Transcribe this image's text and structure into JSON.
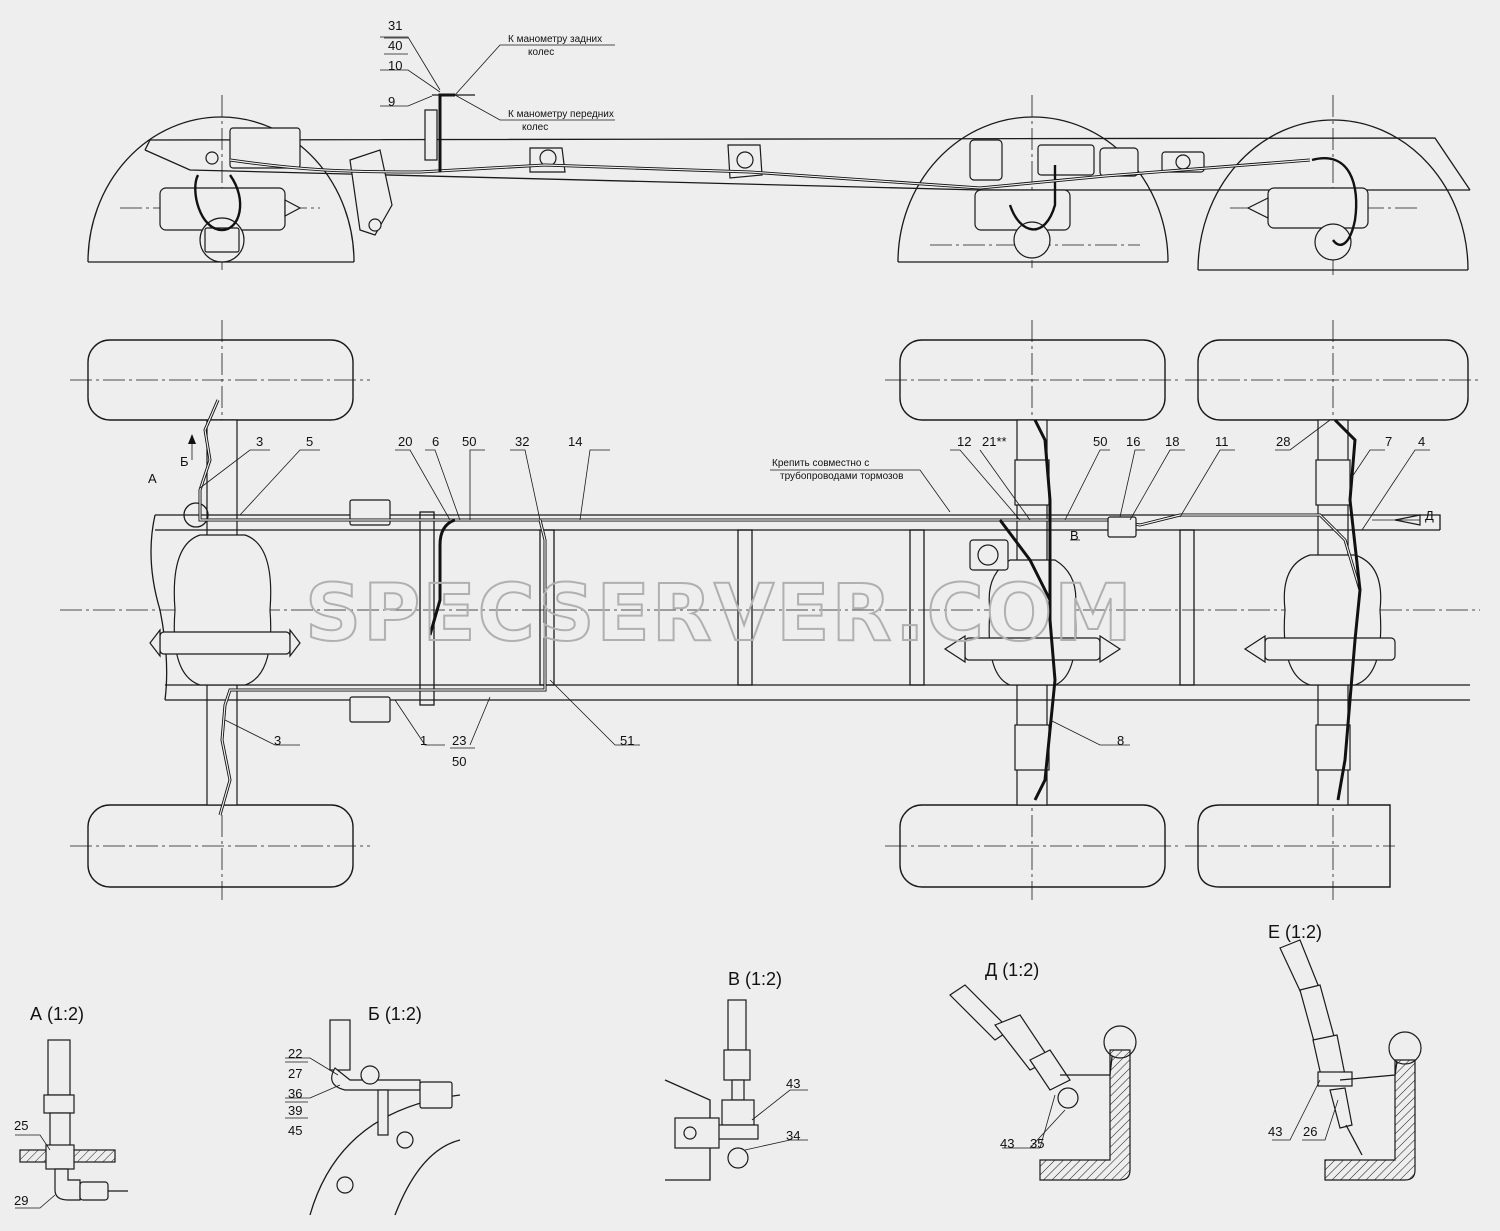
{
  "side_view": {
    "callouts": [
      "31",
      "40",
      "10",
      "9"
    ],
    "notes": [
      {
        "line1": "К манометру задних",
        "line2": "колес"
      },
      {
        "line1": "К манометру передних",
        "line2": "колес"
      }
    ]
  },
  "plan_view": {
    "callouts": {
      "c3a": "3",
      "c5": "5",
      "c20": "20",
      "c6": "6",
      "c50a": "50",
      "c32": "32",
      "c14": "14",
      "c12": "12",
      "c21": "21**",
      "c50b": "50",
      "c16": "16",
      "c18": "18",
      "c11": "11",
      "c28": "28",
      "c7": "7",
      "c4": "4",
      "c3b": "3",
      "c1": "1",
      "c23": "23",
      "c50c": "50",
      "c51": "51",
      "c8": "8"
    },
    "view_marks": {
      "a": "А",
      "b": "Б",
      "v": "В",
      "d": "Д"
    },
    "note": {
      "line1": "Крепить совместно с",
      "line2": "трубопроводами тормозов"
    }
  },
  "details": {
    "a": {
      "title": "А (1:2)",
      "callouts": [
        "25",
        "29"
      ]
    },
    "b": {
      "title": "Б (1:2)",
      "callouts": [
        "22",
        "27",
        "36",
        "39",
        "45"
      ]
    },
    "v": {
      "title": "В (1:2)",
      "callouts": [
        "43",
        "34"
      ]
    },
    "d": {
      "title": "Д (1:2)",
      "callouts": [
        "43",
        "35"
      ]
    },
    "e": {
      "title": "Е (1:2)",
      "callouts": [
        "43",
        "26"
      ]
    }
  },
  "watermark": "SPECSERVER.COM"
}
